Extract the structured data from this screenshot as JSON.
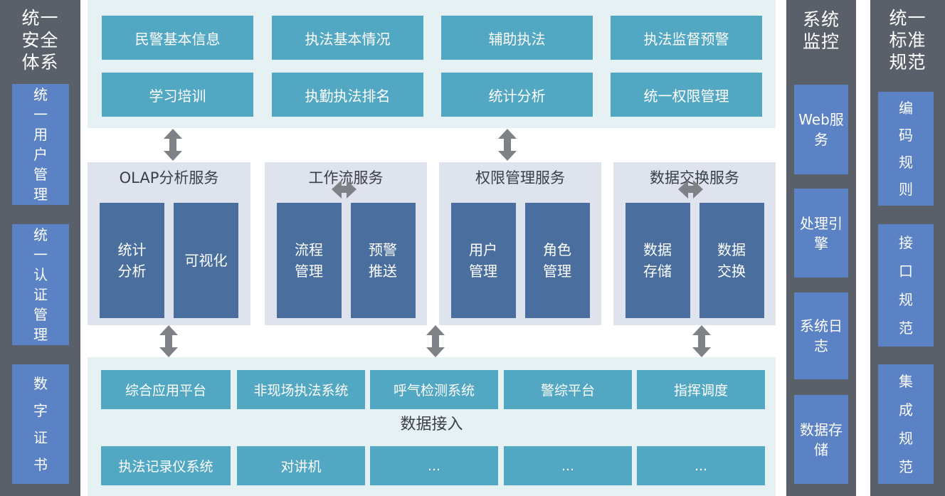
{
  "left_sidebar": {
    "title": "统一安全体系",
    "items": [
      "统一用户管理",
      "统一认证管理",
      "数字证书"
    ]
  },
  "top_band": {
    "rows": [
      [
        "民警基本信息",
        "执法基本情况",
        "辅助执法",
        "执法监督预警"
      ],
      [
        "学习培训",
        "执勤执法排名",
        "统计分析",
        "统一权限管理"
      ]
    ]
  },
  "services": [
    {
      "title": "OLAP分析服务",
      "items": [
        "统计分析",
        "可视化"
      ]
    },
    {
      "title": "工作流服务",
      "items": [
        "流程管理",
        "预警推送"
      ]
    },
    {
      "title": "权限管理服务",
      "items": [
        "用户管理",
        "角色管理"
      ]
    },
    {
      "title": "数据交换服务",
      "items": [
        "数据存储",
        "数据交换"
      ]
    }
  ],
  "bottom_band": {
    "row1": [
      "综合应用平台",
      "非现场执法系统",
      "呼气检测系统",
      "警综平台",
      "指挥调度"
    ],
    "label": "数据接入",
    "row2": [
      "执法记录仪系统",
      "对讲机",
      "...",
      "...",
      "..."
    ]
  },
  "monitor_column": {
    "title": "系统监控",
    "items": [
      "Web服务",
      "处理引擎",
      "系统日志",
      "数据存储"
    ]
  },
  "standards_column": {
    "title": "统一标准规范",
    "items": [
      "编码规则",
      "接口规范",
      "集成规范"
    ]
  },
  "colors": {
    "teal_box": "#52a7c3",
    "panel_dark": "#5a6069",
    "panel_blue": "#5b82c4",
    "band_light": "#e6f1f4",
    "group_bg": "#dfe3ee",
    "inner_blue": "#4a6f9e",
    "arrow_gray": "#7e8286",
    "text_dark": "#3a3f46",
    "text_light": "#ffffff"
  }
}
